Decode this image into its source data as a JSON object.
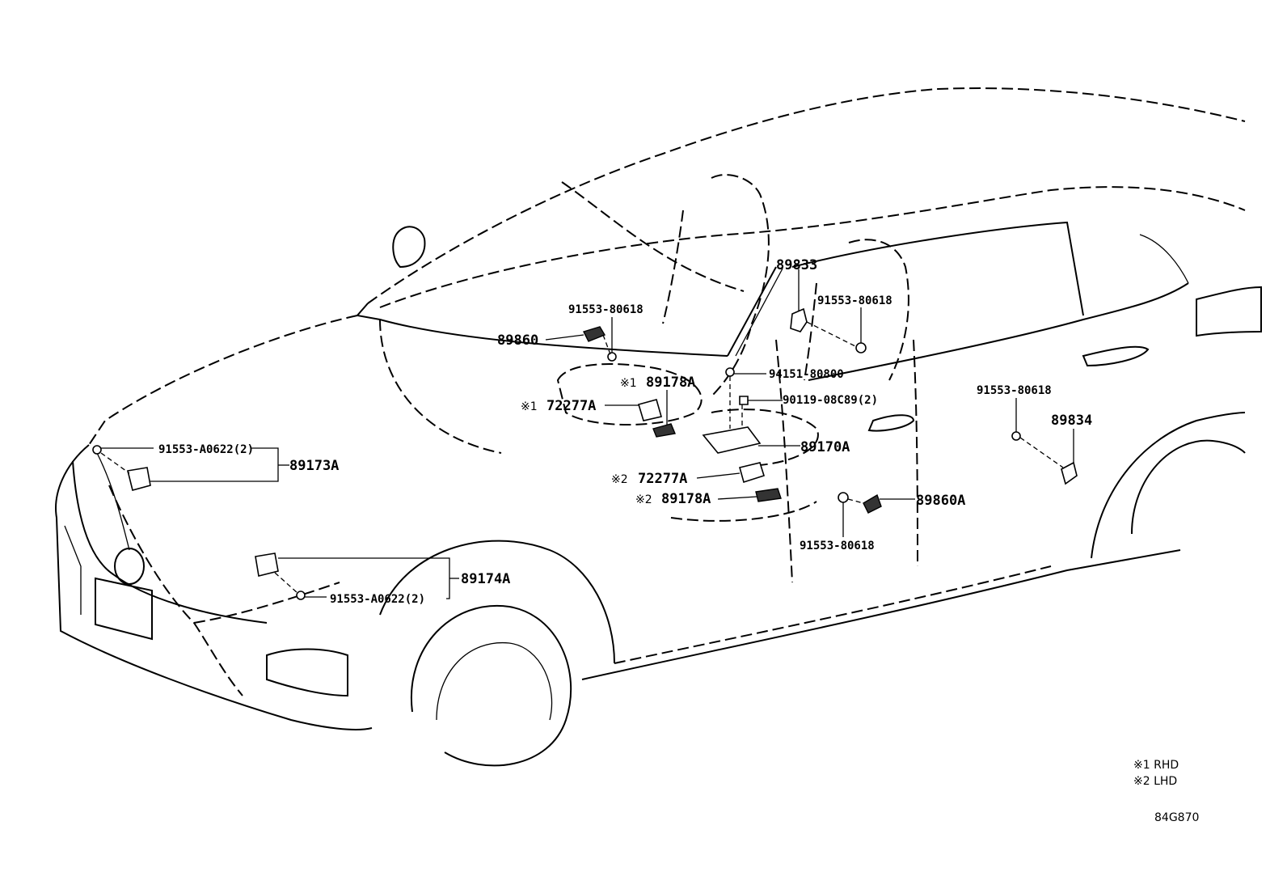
{
  "diagram": {
    "parts": {
      "p89833": "89833",
      "p91553_80618_tl": "91553-80618",
      "p91553_80618_tr": "91553-80618",
      "p89860": "89860",
      "p94151_80800": "94151-80800",
      "r1_mark": "※1",
      "p89178A_1": "89178A",
      "p90119": "90119-08C89(2)",
      "r1_mark_b": "※1",
      "p72277A_1": "72277A",
      "p91553_80618_r": "91553-80618",
      "p89834": "89834",
      "p91553_A0622_a": "91553-A0622(2)",
      "p89173A": "89173A",
      "p89170A": "89170A",
      "r2_mark": "※2",
      "p72277A_2": "72277A",
      "r2_mark_b": "※2",
      "p89178A_2": "89178A",
      "p89860A": "89860A",
      "p91553_80618_b": "91553-80618",
      "p89174A": "89174A",
      "p91553_A0622_b": "91553-A0622(2)"
    },
    "legend": {
      "rhd": "※1 RHD",
      "lhd": "※2 LHD"
    },
    "code": "84G870"
  }
}
